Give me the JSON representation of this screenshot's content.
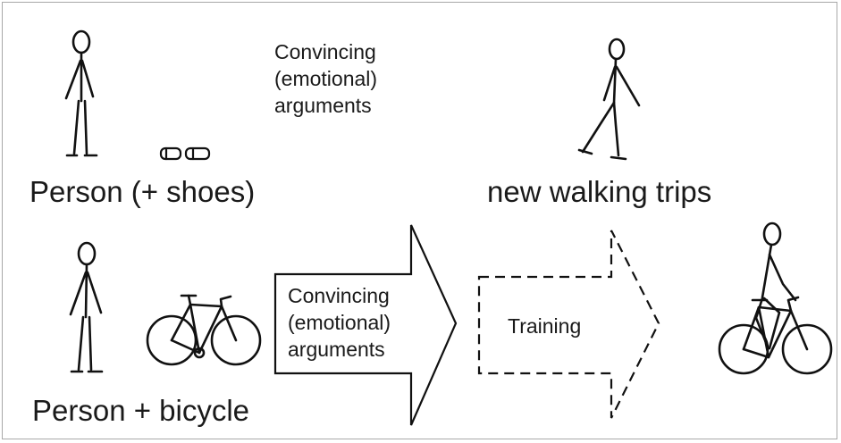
{
  "top": {
    "left_caption": "Person (+ shoes)",
    "arguments_lines": [
      "Convincing",
      "(emotional)",
      "arguments"
    ],
    "right_caption": "new walking trips"
  },
  "bottom": {
    "left_caption": "Person + bicycle",
    "arrow_solid_lines": [
      "Convincing",
      "(emotional)",
      "arguments"
    ],
    "arrow_dashed_label": "Training"
  }
}
